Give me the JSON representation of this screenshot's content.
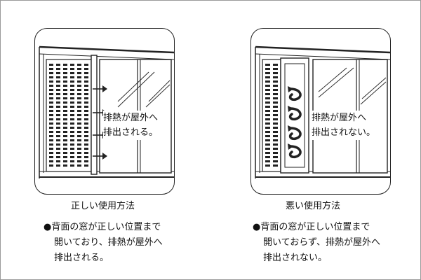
{
  "left": {
    "overlay_lines": [
      "排熱が屋外へ",
      "排出される。"
    ],
    "title": "正しい使用方法",
    "bullet": "●",
    "desc_lines": [
      "背面の窓が正しい位置まで",
      "開いており、排熱が屋外へ",
      "排出される。"
    ],
    "arrow_icon": "arrow-right-icon"
  },
  "right": {
    "overlay_lines": [
      "排熱が屋外へ",
      "排出されない。"
    ],
    "title": "悪い使用方法",
    "bullet": "●",
    "desc_lines": [
      "背面の窓が正しい位置まで",
      "開いておらず、排熱が屋外へ",
      "排出されない。"
    ],
    "arrow_icon": "curled-arrow-icon"
  },
  "colors": {
    "line": "#222222",
    "border": "#9a9a9a"
  }
}
